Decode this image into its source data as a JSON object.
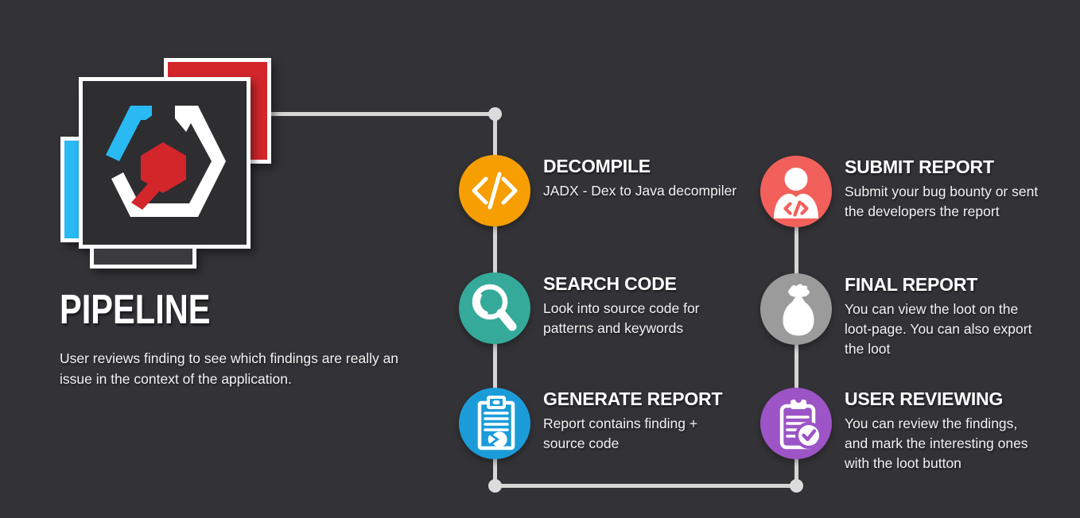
{
  "header": {
    "title": "PIPELINE",
    "subtitle": "User reviews finding to see which findings are really an\nissue in the context of the application."
  },
  "steps": [
    {
      "id": "decompile",
      "title": "DECOMPILE",
      "description": "JADX - Dex to Java decompiler",
      "color": "#F79E02",
      "icon": "code-icon"
    },
    {
      "id": "search-code",
      "title": "SEARCH CODE",
      "description": "Look into source code for\npatterns and keywords",
      "color": "#35A99A",
      "icon": "magnifier-icon"
    },
    {
      "id": "generate-report",
      "title": "GENERATE REPORT",
      "description": "Report contains finding +\nsource code",
      "color": "#1B9CD9",
      "icon": "report-pie-icon"
    },
    {
      "id": "submit-report",
      "title": "SUBMIT REPORT",
      "description": "Submit your bug bounty or sent\nthe developers the report",
      "color": "#F2605C",
      "icon": "person-code-icon"
    },
    {
      "id": "final-report",
      "title": "FINAL REPORT",
      "description": "You can view the loot on the\nloot-page. You can also export\nthe loot",
      "color": "#9B9B9B",
      "icon": "loot-bag-icon"
    },
    {
      "id": "user-reviewing",
      "title": "USER REVIEWING",
      "description": "You can review the findings,\nand mark the interesting ones\nwith the loot button",
      "color": "#9C54C6",
      "icon": "clipboard-check-icon"
    }
  ],
  "palette": {
    "background": "#333236",
    "connector": "#D6D6D6",
    "logo_red": "#D2262B",
    "logo_cyan": "#29B9F3",
    "logo_dark_square": "#2E2D30",
    "text": "#FFFFFF"
  }
}
